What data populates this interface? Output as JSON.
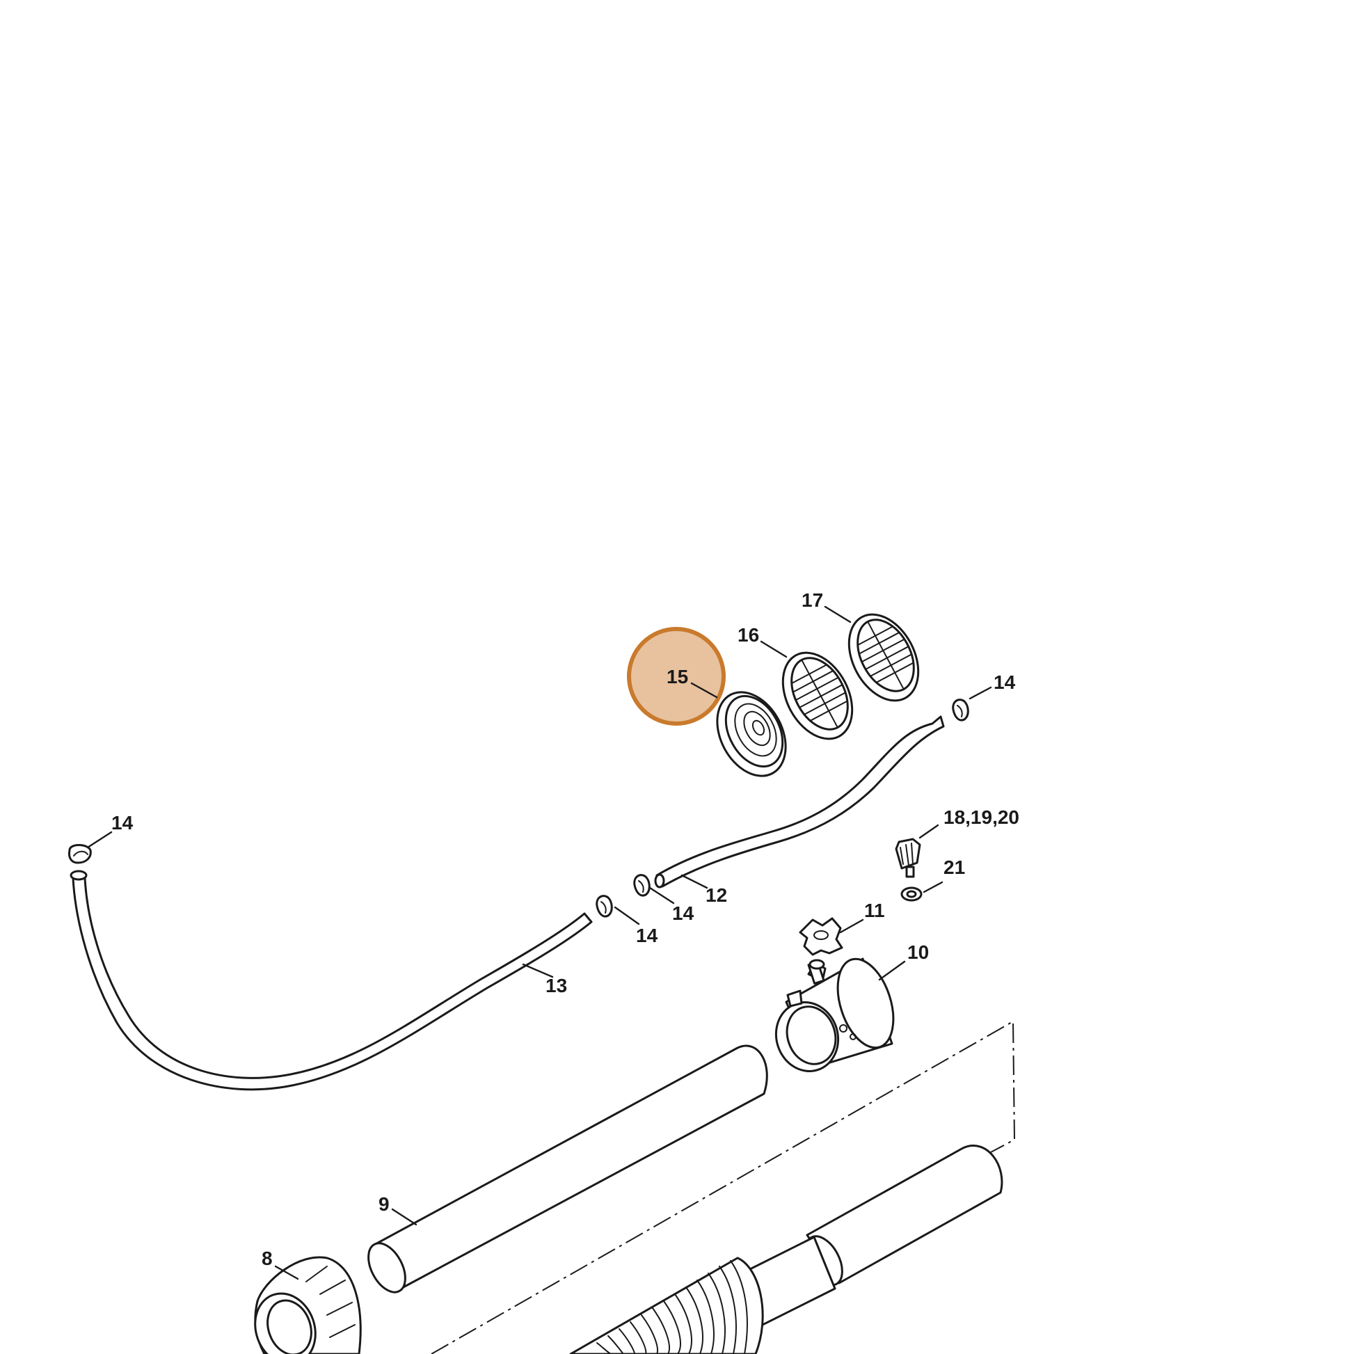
{
  "diagram": {
    "highlight_color": "#c97a2c",
    "highlight_fill": "#e8c29e",
    "highlighted_callout": "15",
    "callouts": {
      "c8": "8",
      "c9": "9",
      "c10": "10",
      "c11": "11",
      "c12": "12",
      "c13": "13",
      "c14a": "14",
      "c14b": "14",
      "c14c": "14",
      "c14d": "14",
      "c15": "15",
      "c16": "16",
      "c17": "17",
      "c18": "18,19,20",
      "c21": "21"
    }
  }
}
